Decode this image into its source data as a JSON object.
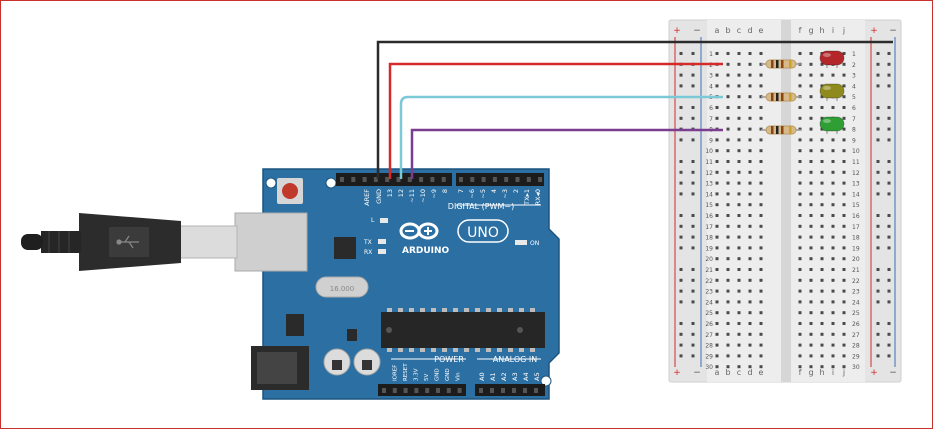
{
  "colors": {
    "frame": "#c8302c",
    "board": "#2b6fa3",
    "board_edge": "#1d5580",
    "wire_gnd": "#2b2b2b",
    "wire_red": "#d42a2a",
    "wire_cyan": "#7bc8d6",
    "wire_purple": "#7a3d8f",
    "led_red": "#b3262a",
    "led_yellow": "#8f8a1e",
    "led_green": "#2f9e35",
    "breadboard": "#e6e6e6",
    "rail_red": "#d42a2a",
    "rail_blue": "#3a6fb5"
  },
  "arduino": {
    "brand": "ARDUINO",
    "model": "UNO",
    "digital_label": "DIGITAL (PWM~)",
    "power_label": "POWER",
    "analog_label": "ANALOG IN",
    "crystal_label": "16.000",
    "led_l": "L",
    "led_tx": "TX",
    "led_rx": "RX",
    "led_on": "ON",
    "header_labels": [
      "AREF",
      "GND",
      "13",
      "12",
      "~11",
      "~10",
      "~9",
      "8",
      "7",
      "~6",
      "~5",
      "4",
      "~3",
      "2",
      "TX▸1",
      "RX◂0"
    ],
    "power_pins": [
      "IOREF",
      "RESET",
      "3.3V",
      "5V",
      "GND",
      "GND",
      "Vin"
    ],
    "analog_pins": [
      "A0",
      "A1",
      "A2",
      "A3",
      "A4",
      "A5"
    ]
  },
  "breadboard": {
    "plus": "+",
    "minus": "−",
    "cols_left": [
      "a",
      "b",
      "c",
      "d",
      "e"
    ],
    "cols_right": [
      "f",
      "g",
      "h",
      "i",
      "j"
    ],
    "rows": [
      "1",
      "2",
      "3",
      "4",
      "5",
      "6",
      "7",
      "8",
      "9",
      "10",
      "11",
      "12",
      "13",
      "14",
      "15",
      "16",
      "17",
      "18",
      "19",
      "20",
      "21",
      "22",
      "23",
      "24",
      "25",
      "26",
      "27",
      "28",
      "29",
      "30"
    ]
  },
  "components": {
    "usb_cable": "usb-cable",
    "leds": [
      "red",
      "yellow",
      "green"
    ],
    "resistors": 3
  }
}
